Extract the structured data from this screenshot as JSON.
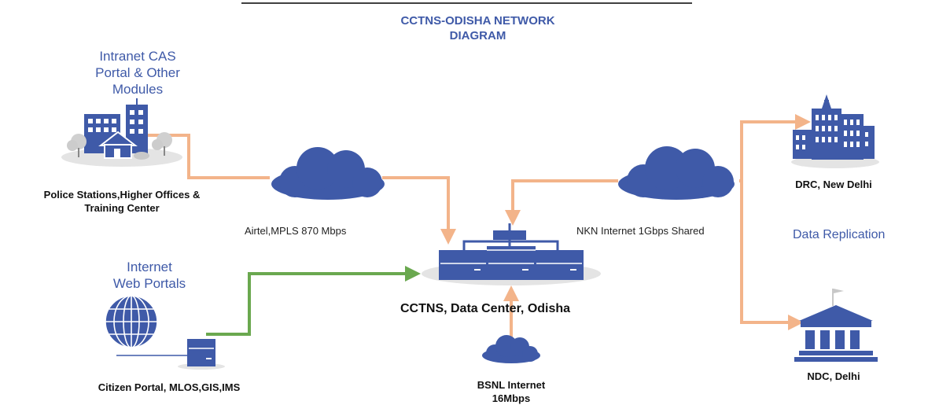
{
  "title": {
    "line1": "CCTNS-ODISHA NETWORK",
    "line2": "DIAGRAM"
  },
  "labels": {
    "intranet": [
      "Intranet CAS",
      "Portal & Other",
      "Modules"
    ],
    "police": [
      "Police Stations,Higher Offices &",
      "Training Center"
    ],
    "airtel": "Airtel,MPLS 870 Mbps",
    "internet": [
      "Internet",
      "Web Portals"
    ],
    "citizen": "Citizen Portal, MLOS,GIS,IMS",
    "nkn": "NKN Internet 1Gbps Shared",
    "data_center": "CCTNS, Data Center, Odisha",
    "bsnl": [
      "BSNL Internet",
      "16Mbps"
    ],
    "drc": "DRC, New Delhi",
    "data_replication": "Data Replication",
    "ndc": "NDC, Delhi"
  },
  "colors": {
    "icon_blue": "#3f5aa8",
    "orange_link": "#f3b48a",
    "green_link": "#6aa84f",
    "ground_gray": "#e4e4e4"
  }
}
